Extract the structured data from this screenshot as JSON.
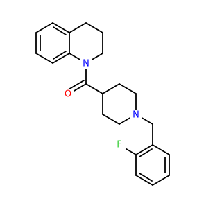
{
  "molecule": {
    "atoms": {
      "oxygen": {
        "label": "O",
        "color": "#FF0000"
      },
      "n_quinoline": {
        "label": "N",
        "color": "#0000FF"
      },
      "n_piperidine": {
        "label": "N",
        "color": "#0000FF"
      },
      "fluorine": {
        "label": "F",
        "color": "#33CC33"
      }
    },
    "bond_color": "#000000"
  }
}
